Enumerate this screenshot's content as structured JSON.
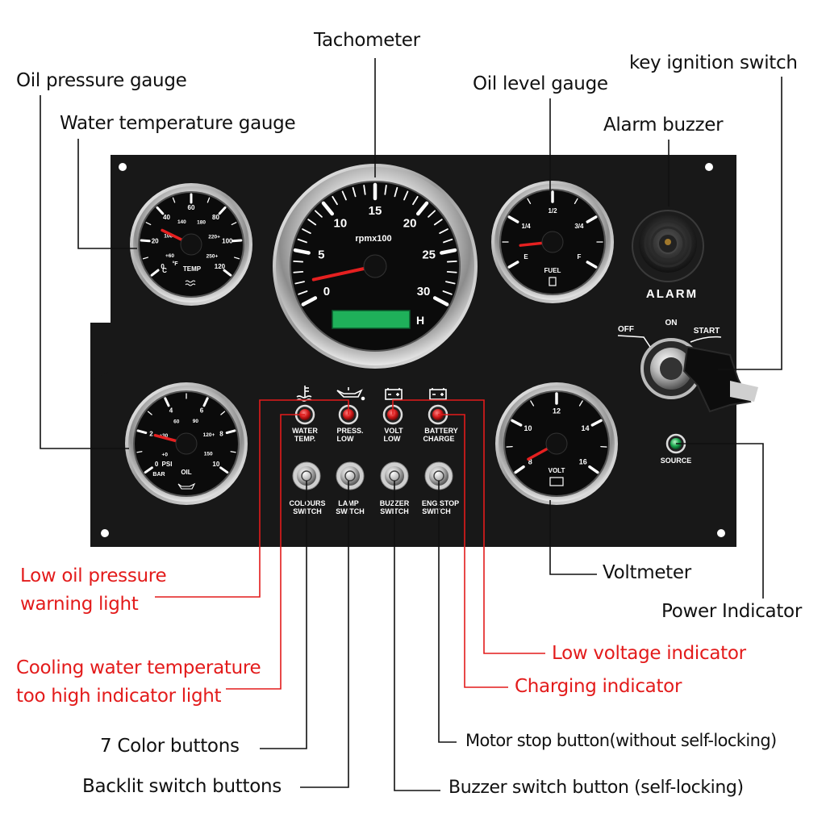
{
  "colors": {
    "panel": "#171717",
    "callout_black": "#111111",
    "callout_red": "#e31b1b",
    "warning_light": "#d01818",
    "power_light": "#16a34a",
    "needle": "#e52020",
    "lcd": "#1fb05a"
  },
  "callouts": {
    "tachometer": "Tachometer",
    "oil_pressure_gauge": "Oil pressure gauge",
    "water_temperature_gauge": "Water temperature gauge",
    "oil_level_gauge": "Oil level gauge",
    "key_ignition_switch": "key ignition switch",
    "alarm_buzzer": "Alarm buzzer",
    "low_oil_pressure_line1": "Low oil pressure",
    "low_oil_pressure_line2": "warning light",
    "voltmeter": "Voltmeter",
    "power_indicator": "Power Indicator",
    "low_voltage_indicator": "Low voltage indicator",
    "cooling_line1": "Cooling water temperature",
    "cooling_line2": "too high indicator light",
    "charging_indicator": "Charging indicator",
    "color_buttons": "7 Color buttons",
    "motor_stop_button": "Motor stop button(without self-locking)",
    "backlit_switch_buttons": "Backlit switch buttons",
    "buzzer_switch_button": "Buzzer switch button (self-locking)"
  },
  "tachometer": {
    "scale": [
      "0",
      "5",
      "10",
      "15",
      "20",
      "25",
      "30"
    ],
    "unit": "rpmx100",
    "hour_mark": "H",
    "needle_value": 2
  },
  "temp_gauge": {
    "celsius": [
      "0",
      "20",
      "40",
      "60",
      "80",
      "100",
      "120"
    ],
    "fahrenheit": [
      "+60",
      "100",
      "140",
      "180",
      "220+",
      "250+"
    ],
    "unit_c": "C",
    "unit_f": "°F",
    "label": "TEMP",
    "needle_value_c": 30
  },
  "oil_gauge": {
    "bar": [
      "0",
      "2",
      "4",
      "6",
      "8",
      "10"
    ],
    "psi": [
      "+0",
      "+30",
      "60",
      "90",
      "120+",
      "150"
    ],
    "unit_psi": "PSI",
    "unit_bar": "BAR",
    "label": "OIL",
    "needle_value_bar": 2
  },
  "fuel_gauge": {
    "marks": [
      "E",
      "1/4",
      "1/2",
      "3/4",
      "F"
    ],
    "label": "FUEL",
    "needle_value": 0.1
  },
  "volt_gauge": {
    "scale": [
      "8",
      "10",
      "12",
      "14",
      "16"
    ],
    "label": "VOLT",
    "needle_value": 8.2
  },
  "alarm": {
    "label": "ALARM"
  },
  "ignition": {
    "off": "OFF",
    "on": "ON",
    "start": "START"
  },
  "source": {
    "label": "SOURCE"
  },
  "warning_lights": [
    {
      "line1": "WATER",
      "line2": "TEMP."
    },
    {
      "line1": "PRESS.",
      "line2": "LOW"
    },
    {
      "line1": "VOLT",
      "line2": "LOW"
    },
    {
      "line1": "BATTERY",
      "line2": "CHARGE"
    }
  ],
  "switches": [
    {
      "line1": "COLOURS",
      "line2": "SWITCH"
    },
    {
      "line1": "LAMP",
      "line2": "SWITCH"
    },
    {
      "line1": "BUZZER",
      "line2": "SWITCH"
    },
    {
      "line1": "ENG.STOP",
      "line2": "SWITCH"
    }
  ]
}
